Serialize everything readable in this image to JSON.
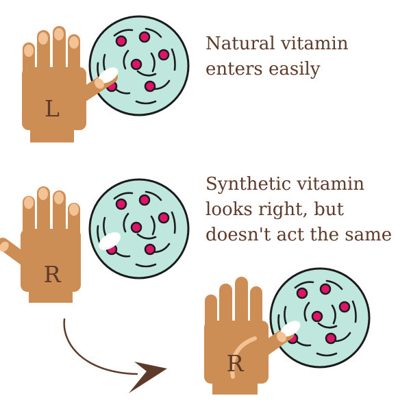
{
  "captions": {
    "natural": [
      "Natural vitamin",
      "enters easily"
    ],
    "synthetic": [
      "Synthetic vitamin",
      "looks right, but",
      "doesn't act the same"
    ]
  },
  "hands": {
    "top": "L",
    "middle": "R",
    "bottom": "R"
  },
  "colors": {
    "skin": "#cc8e55",
    "nail": "#f3c295",
    "cell_fill": "#bfe7de",
    "outline": "#1b1b1b",
    "molecule": "#e0136b",
    "text": "#5e3a2a",
    "arrow": "#5e3a2a"
  }
}
